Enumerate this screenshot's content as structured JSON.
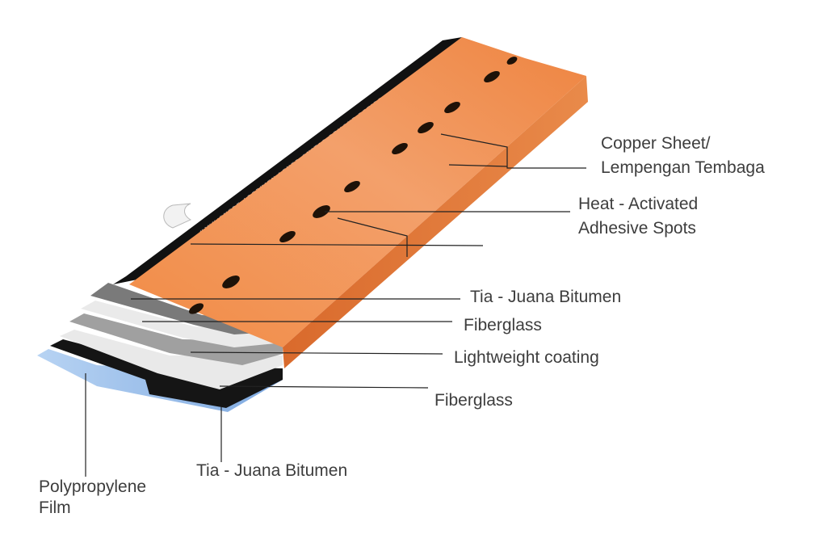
{
  "labels": {
    "copper_sheet": [
      "Copper Sheet/",
      "Lempengan Tembaga"
    ],
    "adhesive_spots": [
      "Heat - Activated",
      "Adhesive Spots"
    ],
    "bitumen_top": "Tia - Juana Bitumen",
    "fiberglass_top": "Fiberglass",
    "lightweight_coating": "Lightweight coating",
    "fiberglass_bottom": "Fiberglass",
    "bitumen_bottom": "Tia - Juana Bitumen",
    "polypropylene_film": [
      "Polypropylene",
      "Film"
    ]
  },
  "release_liner_text": "KINU/OVERE ARZEHIEN LEVER QUITAR REMOVE RETIRE",
  "colors": {
    "copper": "#f08a45",
    "copper_side": "#df7331",
    "bitumen": "#161616",
    "fiberglass": "#e6e6e6",
    "coating": "#9c9c9c",
    "film": "#9fc2ec",
    "label_text": "#3d3d3d",
    "leader_line": "#222222"
  }
}
